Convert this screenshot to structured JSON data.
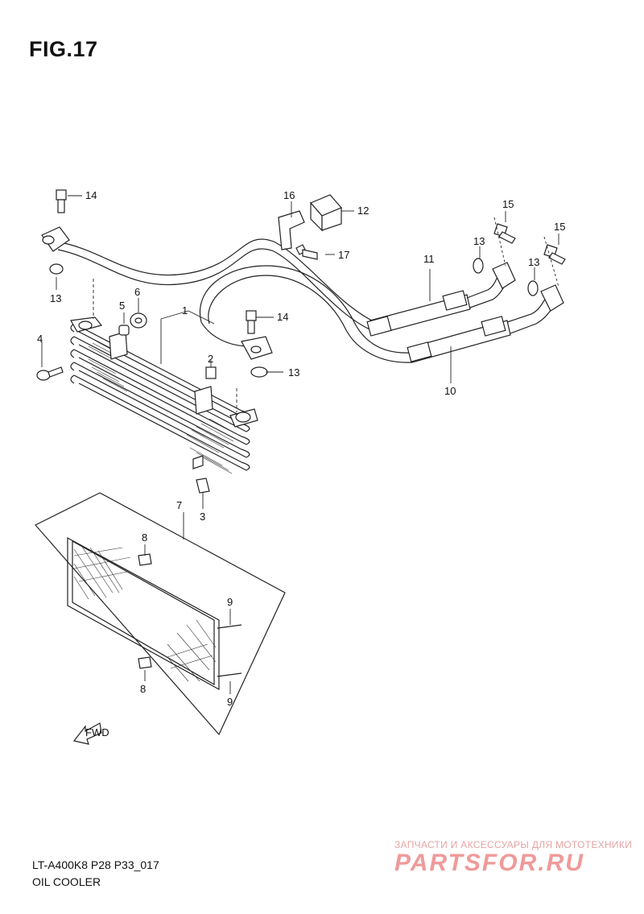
{
  "figure": {
    "title": "FIG.17",
    "model_code": "LT-A400K8 P28 P33_017",
    "section_name": "OIL COOLER"
  },
  "watermark": {
    "tagline": "ЗАПЧАСТИ И АКСЕССУАРЫ ДЛЯ МОТОТЕХНИКИ",
    "logo": "PARTSFOR.RU"
  },
  "direction_marker": "FWD",
  "callouts": {
    "c1": "1",
    "c2": "2",
    "c3": "3",
    "c4": "4",
    "c5": "5",
    "c6": "6",
    "c7": "7",
    "c8a": "8",
    "c8b": "8",
    "c9a": "9",
    "c9b": "9",
    "c10": "10",
    "c11": "11",
    "c12": "12",
    "c13a": "13",
    "c13b": "13",
    "c13c": "13",
    "c13d": "13",
    "c14a": "14",
    "c14b": "14",
    "c15a": "15",
    "c15b": "15",
    "c16": "16",
    "c17": "17"
  }
}
